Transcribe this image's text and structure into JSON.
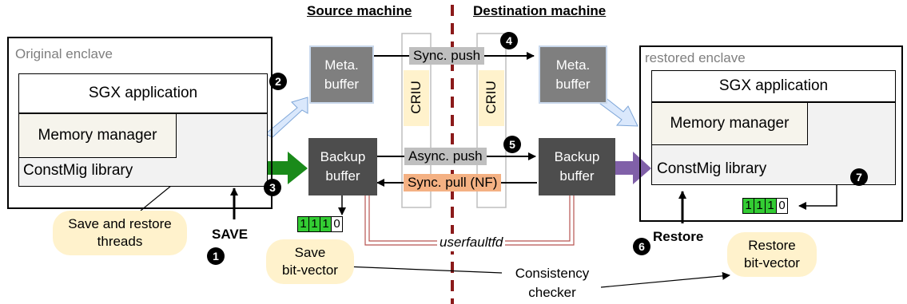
{
  "headers": {
    "source": "Source machine",
    "destination": "Destination machine"
  },
  "source": {
    "enclave_label": "Original enclave",
    "sgx_app": "SGX application",
    "memory_manager": "Memory manager",
    "lib": "ConstMig library",
    "meta_buffer": [
      "Meta.",
      "buffer"
    ],
    "backup_buffer": [
      "Backup",
      "buffer"
    ],
    "criu": "CRIU"
  },
  "destination": {
    "enclave_label": "restored enclave",
    "sgx_app": "SGX application",
    "memory_manager": "Memory manager",
    "lib": "ConstMig library",
    "meta_buffer": [
      "Meta.",
      "buffer"
    ],
    "backup_buffer": [
      "Backup",
      "buffer"
    ],
    "criu": "CRIU"
  },
  "flows": {
    "sync_push": "Sync. push",
    "async_push": "Async. push",
    "sync_pull": "Sync. pull (NF)",
    "userfaultfd": "userfaultfd"
  },
  "labels": {
    "save": "SAVE",
    "restore": "Restore",
    "save_restore_threads": [
      "Save and restore",
      "threads"
    ],
    "save_bitvector": [
      "Save",
      "bit-vector"
    ],
    "restore_bitvector": [
      "Restore",
      "bit-vector"
    ],
    "consistency_checker": [
      "Consistency",
      "checker"
    ]
  },
  "steps": [
    "1",
    "2",
    "3",
    "4",
    "5",
    "6",
    "7"
  ],
  "bitvector_source": [
    1,
    1,
    1,
    0
  ],
  "bitvector_dest": [
    1,
    1,
    1,
    0
  ],
  "colors": {
    "bit_on": "#33cc33",
    "buffer_dark": "#4d4d4d",
    "buffer_gray": "#7f7f7f",
    "sync_push_bg": "#bfbfbf",
    "sync_pull_bg": "#f4b183",
    "pill_bg": "#fff2cc",
    "divider": "#8b1a1a",
    "arrow_green": "#1a8a1a",
    "arrow_purple": "#8060a8",
    "arrow_lightblue": "#cfe0f4",
    "thread_green": "#82b366",
    "thread_purple": "#9673a6"
  }
}
